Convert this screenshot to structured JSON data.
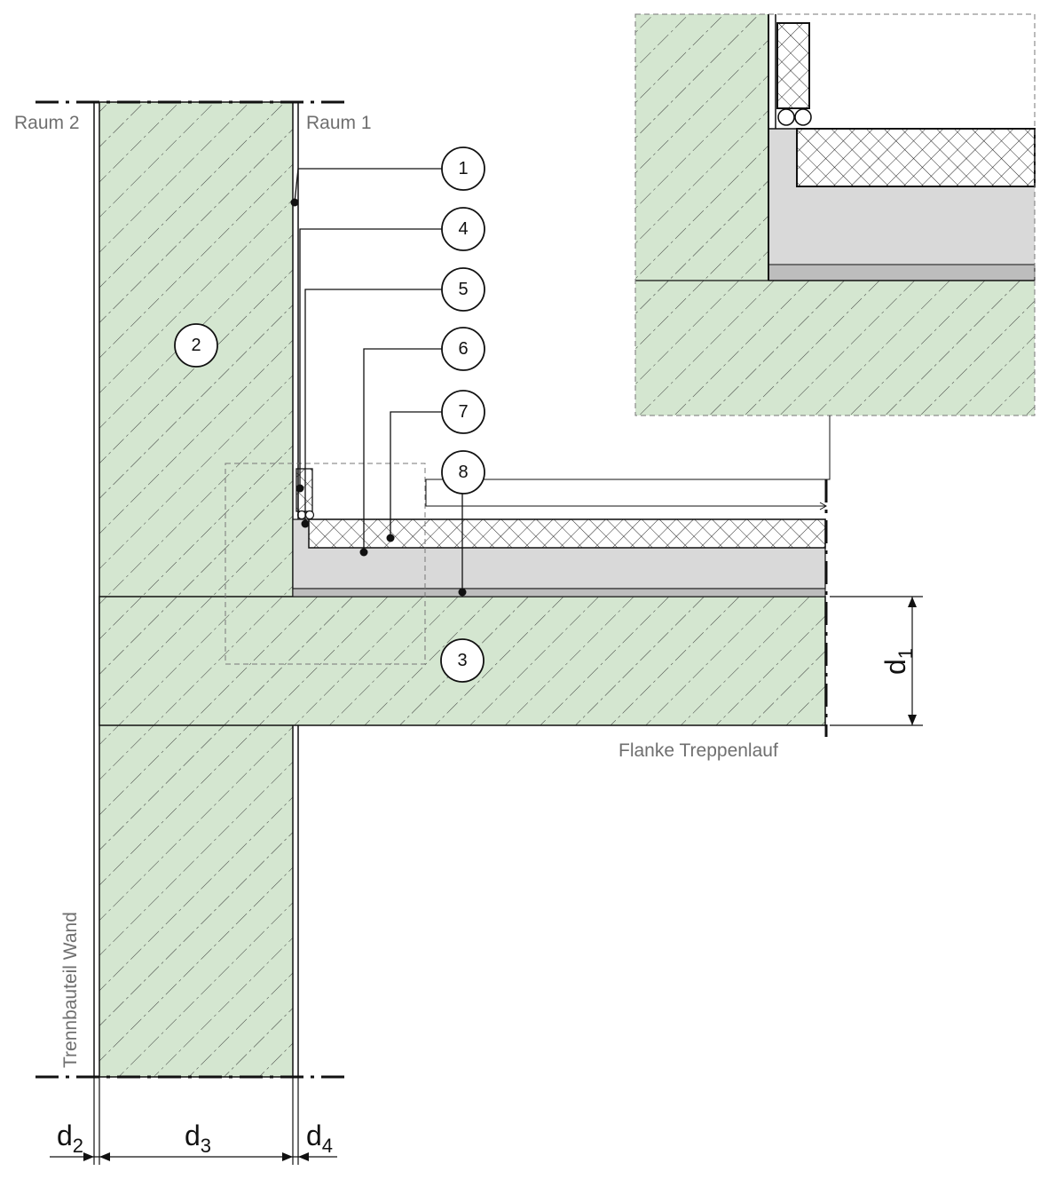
{
  "rooms": {
    "left": "Raum 2",
    "right": "Raum 1"
  },
  "labels": {
    "flank": "Flanke Treppenlauf",
    "partition": "Trennbauteil Wand"
  },
  "callouts": [
    "1",
    "2",
    "3",
    "4",
    "5",
    "6",
    "7",
    "8"
  ],
  "dimensions": {
    "d1": {
      "main": "d",
      "sub": "1"
    },
    "d2": {
      "main": "d",
      "sub": "2"
    },
    "d3": {
      "main": "d",
      "sub": "3"
    },
    "d4": {
      "main": "d",
      "sub": "4"
    }
  },
  "colors": {
    "concrete": "#d4e6d0",
    "screed": "#d9d9d9",
    "line": "#111111",
    "label": "#6f6f6f"
  }
}
